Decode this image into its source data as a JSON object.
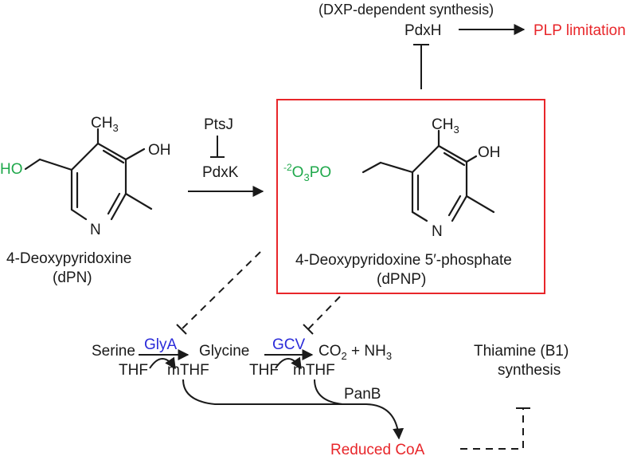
{
  "colors": {
    "red": "#e8262a",
    "blue": "#2b2bd9",
    "green": "#1fa84b",
    "black": "#1a1a1a"
  },
  "top": {
    "dxp": "(DXP-dependent synthesis)",
    "pdxh": "PdxH",
    "plp": "PLP limitation"
  },
  "left_molecule": {
    "ch3": "CH",
    "ch3_sub": "3",
    "oh": "OH",
    "ho": "HO",
    "n": "N",
    "name": "4-Deoxypyridoxine",
    "abbr": "(dPN)"
  },
  "reaction": {
    "ptsj": "PtsJ",
    "pdxk": "PdxK"
  },
  "right_molecule": {
    "ch3": "CH",
    "ch3_sub": "3",
    "oh": "OH",
    "po_charge": "-2",
    "po_o": "O",
    "po_sub": "3",
    "po_rest": "PO",
    "n": "N",
    "name": "4-Deoxypyridoxine 5′-phosphate",
    "abbr": "(dPNP)"
  },
  "pathway": {
    "serine": "Serine",
    "glya": "GlyA",
    "glycine": "Glycine",
    "gcv": "GCV",
    "co2": "CO",
    "co2_sub": "2",
    "plus_nh3": " + NH",
    "nh3_sub": "3",
    "thf1": "THF",
    "mthf1": "mTHF",
    "thf2": "THF",
    "mthf2": "mTHF",
    "panb": "PanB",
    "reduced_coa": "Reduced CoA",
    "thiamine1": "Thiamine (B1)",
    "thiamine2": "synthesis"
  }
}
